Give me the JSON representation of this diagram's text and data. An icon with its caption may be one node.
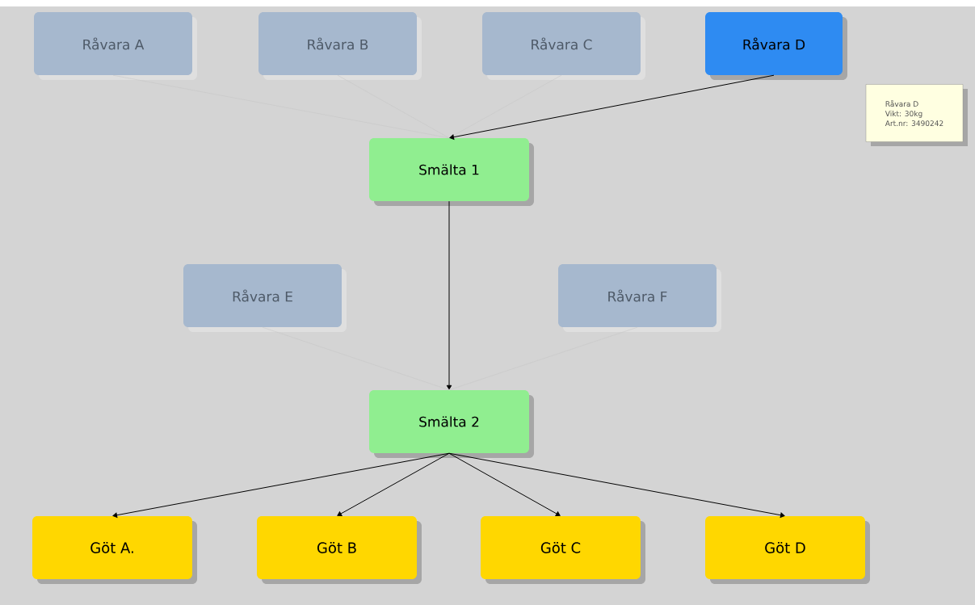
{
  "diagram": {
    "nodes": [
      {
        "text": [
          "Råvara A"
        ]
      },
      {
        "text": [
          "Råvara B"
        ]
      },
      {
        "text": [
          "Råvara C"
        ]
      },
      {
        "text": [
          "Råvara D"
        ]
      },
      {
        "text": [
          "Råvara D",
          "Vikt: 30kg",
          "Art.nr: 3490242"
        ]
      },
      {
        "text": [
          "Smälta 1"
        ]
      },
      {
        "text": [
          "Råvara E"
        ]
      },
      {
        "text": [
          "Råvara F"
        ]
      },
      {
        "text": [
          "Smälta 2"
        ]
      },
      {
        "text": [
          "Göt A."
        ]
      },
      {
        "text": [
          "Göt B"
        ]
      },
      {
        "text": [
          "Göt C"
        ]
      },
      {
        "text": [
          "Göt D"
        ]
      }
    ],
    "edges": [
      {
        "from": 0,
        "to": 5,
        "arrow": "none",
        "color": "#c4c4c4"
      },
      {
        "from": 1,
        "to": 5,
        "arrow": "none",
        "color": "#c4c4c4"
      },
      {
        "from": 2,
        "to": 5,
        "arrow": "none",
        "color": "#c4c4c4"
      },
      {
        "from": 3,
        "to": 5,
        "arrow": "to"
      },
      {
        "from": 5,
        "to": 8,
        "arrow": "to"
      },
      {
        "from": 6,
        "to": 8,
        "arrow": "none",
        "color": "#c4c4c4"
      },
      {
        "from": 7,
        "to": 8,
        "arrow": "none",
        "color": "#c4c4c4"
      },
      {
        "from": 8,
        "to": 9,
        "arrow": "to"
      },
      {
        "from": 8,
        "to": 10,
        "arrow": "to"
      },
      {
        "from": 8,
        "to": 11,
        "arrow": "to"
      },
      {
        "from": 8,
        "to": 12,
        "arrow": "to"
      }
    ]
  }
}
